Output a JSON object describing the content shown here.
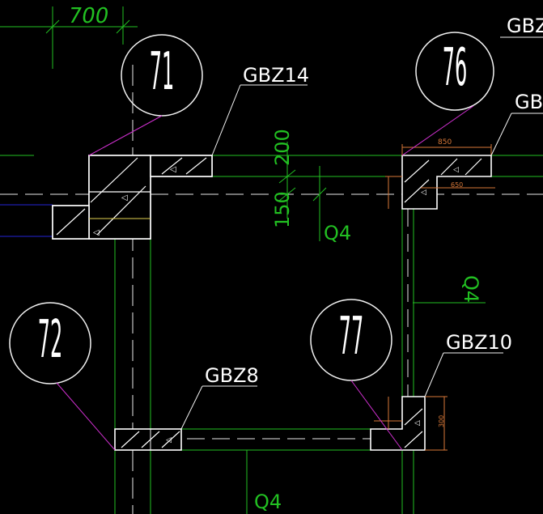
{
  "colors": {
    "background": "#000000",
    "green": "#22c022",
    "white": "#f2f2f2",
    "magenta": "#d030d0",
    "blue": "#2323d8",
    "orange": "#d87838"
  },
  "dimensions": {
    "top": "700",
    "vertical_upper": "200",
    "vertical_lower": "150",
    "col76_width": "850",
    "col76_inner": "650",
    "col77_height": "300"
  },
  "grid_bubbles": {
    "b71": "71",
    "b72": "72",
    "b76": "76",
    "b77": "77"
  },
  "columns": {
    "gbz14": "GBZ14",
    "gbz8": "GBZ8",
    "gbz10": "GBZ10",
    "gbz_right_top": "GBZ",
    "gbz_right_mid": "GB"
  },
  "walls": {
    "q4_center": "Q4",
    "q4_right": "Q4",
    "q4_bottom": "Q4"
  }
}
